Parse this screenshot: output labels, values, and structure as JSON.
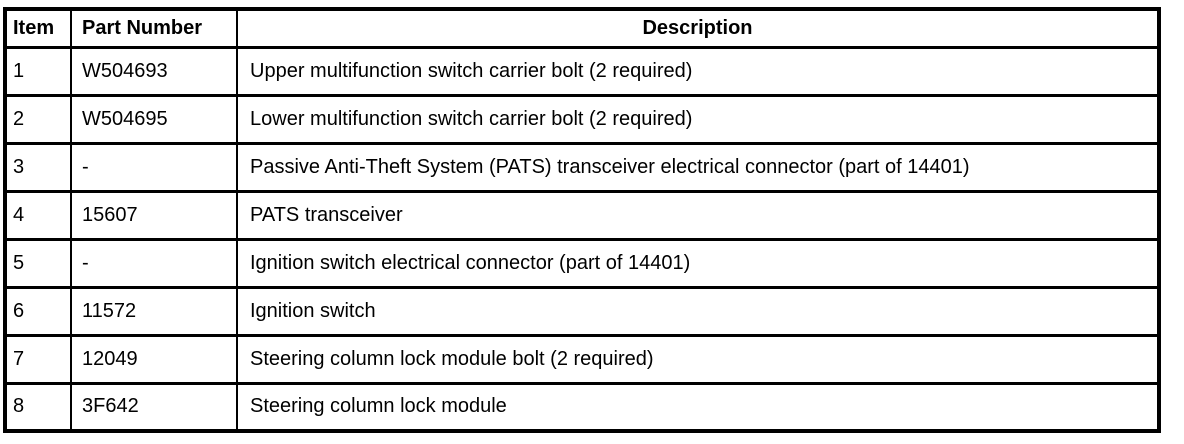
{
  "page": {
    "background": "#ffffff",
    "border_color": "#000000",
    "text_color": "#000000"
  },
  "table": {
    "columns": [
      {
        "key": "item",
        "label": "Item"
      },
      {
        "key": "part_number",
        "label": "Part Number"
      },
      {
        "key": "description",
        "label": "Description"
      }
    ],
    "rows": [
      {
        "item": "1",
        "part_number": "W504693",
        "description": "Upper multifunction switch carrier bolt (2 required)"
      },
      {
        "item": "2",
        "part_number": "W504695",
        "description": "Lower multifunction switch carrier bolt (2 required)"
      },
      {
        "item": "3",
        "part_number": "-",
        "description": "Passive Anti-Theft System (PATS) transceiver electrical connector (part of 14401)"
      },
      {
        "item": "4",
        "part_number": "15607",
        "description": "PATS transceiver"
      },
      {
        "item": "5",
        "part_number": "-",
        "description": "Ignition switch electrical connector (part of 14401)"
      },
      {
        "item": "6",
        "part_number": "11572",
        "description": "Ignition switch"
      },
      {
        "item": "7",
        "part_number": "12049",
        "description": "Steering column lock module bolt (2 required)"
      },
      {
        "item": "8",
        "part_number": "3F642",
        "description": "Steering column lock module"
      }
    ]
  }
}
